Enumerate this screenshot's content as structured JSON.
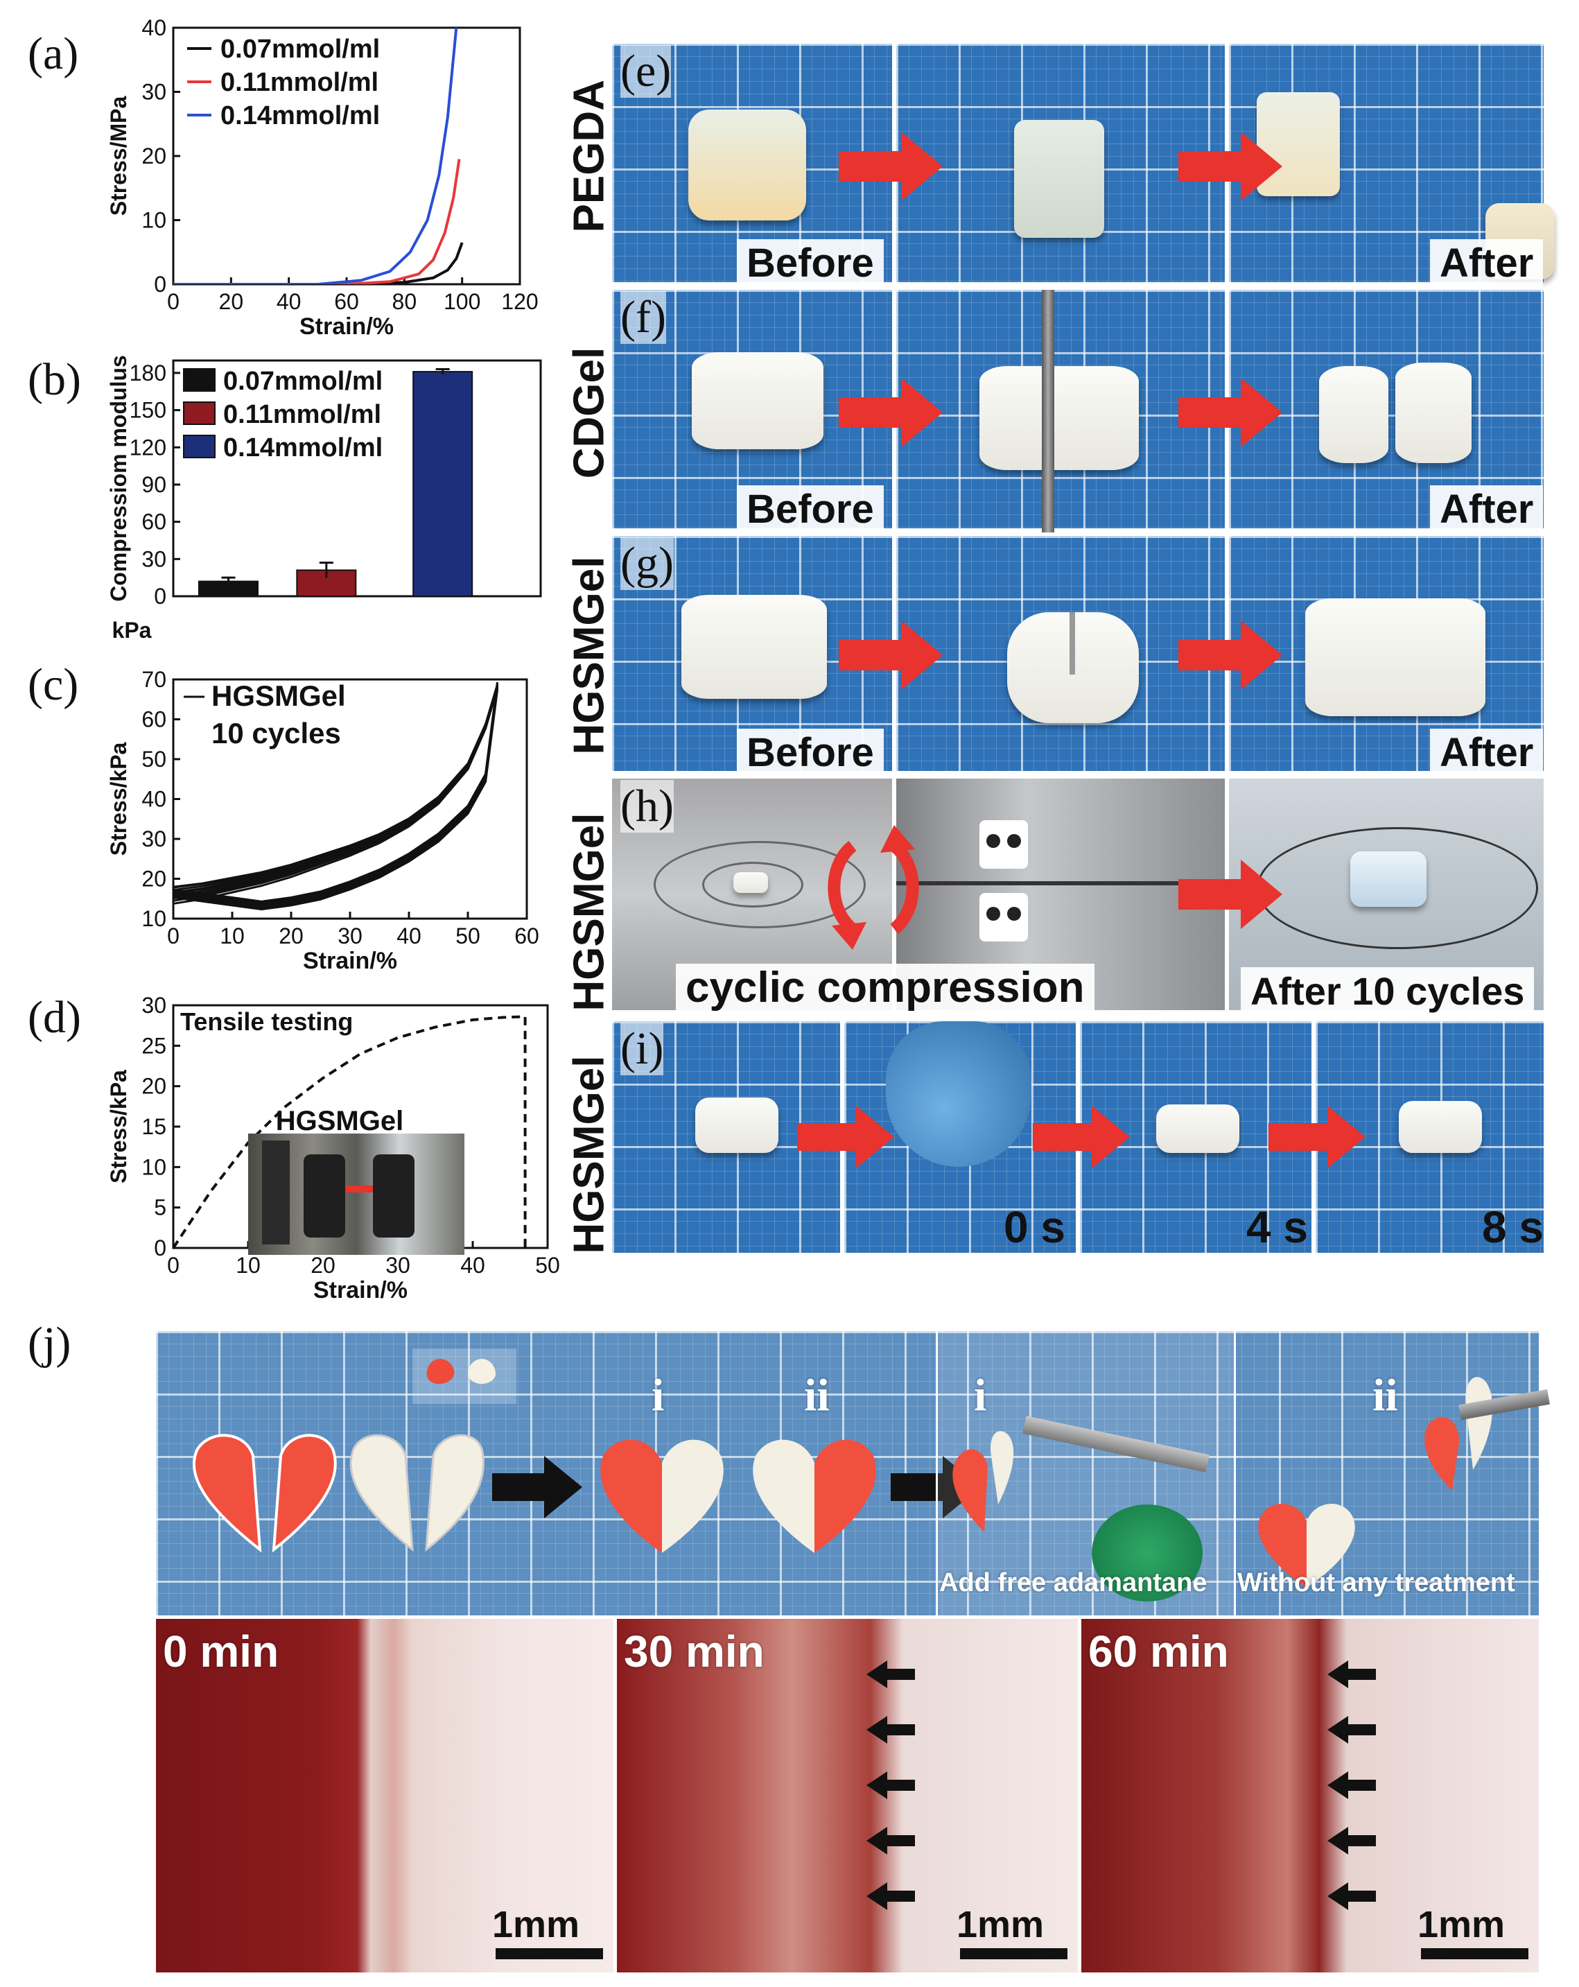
{
  "panel_labels": {
    "a": "(a)",
    "b": "(b)",
    "c": "(c)",
    "d": "(d)",
    "e": "(e)",
    "f": "(f)",
    "g": "(g)",
    "h": "(h)",
    "i": "(i)",
    "j": "(j)"
  },
  "row_labels": {
    "e": "PEGDA",
    "f": "CDGel",
    "g": "HGSMGel",
    "h": "HGSMGel",
    "i": "HGSMGel"
  },
  "photo_captions": {
    "before": "Before",
    "after": "After",
    "cyclic": "cyclic compression",
    "after_cycles": "After 10 cycles",
    "t0": "0 s",
    "t4": "4 s",
    "t8": "8 s",
    "j_i": "i",
    "j_ii": "ii",
    "add_adamantane": "Add free adamantane",
    "without_treatment": "Without any treatment",
    "min0": "0 min",
    "min30": "30 min",
    "min60": "60 min",
    "scale": "1mm"
  },
  "colors": {
    "black": "#111111",
    "red": "#e8383a",
    "blue": "#2a4fd6",
    "arrow_red": "#e8332e",
    "grid_blue": "#2f72b7"
  },
  "chart_data": [
    {
      "id": "a",
      "type": "line",
      "xlabel": "Strain/%",
      "ylabel": "Stress/MPa",
      "xlim": [
        0,
        120
      ],
      "ylim": [
        0,
        40
      ],
      "xticks": [
        0,
        20,
        40,
        60,
        80,
        100,
        120
      ],
      "yticks": [
        0,
        10,
        20,
        30,
        40
      ],
      "legend_position": "top-left",
      "series": [
        {
          "name": "0.07mmol/ml",
          "color": "#111111",
          "x": [
            0,
            60,
            80,
            90,
            95,
            98,
            100
          ],
          "y": [
            0,
            0,
            0.3,
            1.0,
            2.2,
            4.0,
            6.5
          ]
        },
        {
          "name": "0.11mmol/ml",
          "color": "#e8383a",
          "x": [
            0,
            60,
            75,
            85,
            90,
            94,
            97,
            99
          ],
          "y": [
            0,
            0,
            0.4,
            1.6,
            3.8,
            8.0,
            13.5,
            19.5
          ]
        },
        {
          "name": "0.14mmol/ml",
          "color": "#2a4fd6",
          "x": [
            0,
            50,
            65,
            75,
            82,
            88,
            92,
            95,
            98
          ],
          "y": [
            0,
            0,
            0.6,
            2.0,
            5.0,
            10.0,
            17.0,
            26.0,
            40.0
          ]
        }
      ]
    },
    {
      "id": "b",
      "type": "bar",
      "ylabel": "Compressiom modulus",
      "yunit": "kPa",
      "ylim": [
        0,
        190
      ],
      "yticks": [
        0,
        30,
        60,
        90,
        120,
        150,
        180
      ],
      "legend_position": "top-left",
      "categories": [
        "0.07mmol/ml",
        "0.11mmol/ml",
        "0.14mmol/ml"
      ],
      "series": [
        {
          "values": [
            12,
            21,
            181
          ],
          "errors": [
            3,
            6,
            2
          ],
          "colors": [
            "#111111",
            "#8e1b22",
            "#1d2f7a"
          ]
        }
      ]
    },
    {
      "id": "c",
      "type": "line",
      "xlabel": "Strain/%",
      "ylabel": "Stress/kPa",
      "xlim": [
        0,
        60
      ],
      "ylim": [
        10,
        70
      ],
      "xticks": [
        0,
        10,
        20,
        30,
        40,
        50,
        60
      ],
      "yticks": [
        10,
        20,
        30,
        40,
        50,
        60,
        70
      ],
      "legend": "HGSMGel",
      "annotation": "10 cycles",
      "cycles": 10,
      "loading_x": [
        0,
        5,
        10,
        15,
        20,
        25,
        30,
        35,
        40,
        45,
        50,
        53,
        55
      ],
      "loading_y": [
        16,
        17,
        18.5,
        20,
        22,
        24.5,
        27,
        30,
        34,
        39.5,
        48,
        58,
        68
      ],
      "unloading_x": [
        55,
        53,
        50,
        45,
        40,
        35,
        30,
        25,
        20,
        15,
        10,
        5,
        0
      ],
      "unloading_y": [
        68,
        45,
        37,
        30,
        25,
        21,
        18,
        15.5,
        14,
        13,
        14,
        15,
        16
      ]
    },
    {
      "id": "d",
      "type": "line",
      "xlabel": "Strain/%",
      "ylabel": "Stress/kPa",
      "xlim": [
        0,
        50
      ],
      "ylim": [
        0,
        30
      ],
      "xticks": [
        0,
        10,
        20,
        30,
        40,
        50
      ],
      "yticks": [
        0,
        5,
        10,
        15,
        20,
        25,
        30
      ],
      "annotation": "Tensile testing",
      "inset_label": "HGSMGel",
      "series": [
        {
          "x": [
            0,
            5,
            10,
            15,
            20,
            25,
            30,
            35,
            40,
            44,
            47,
            47
          ],
          "y": [
            0,
            7,
            13,
            17.5,
            21,
            24,
            26,
            27.3,
            28.2,
            28.5,
            28.6,
            0
          ]
        }
      ]
    }
  ]
}
